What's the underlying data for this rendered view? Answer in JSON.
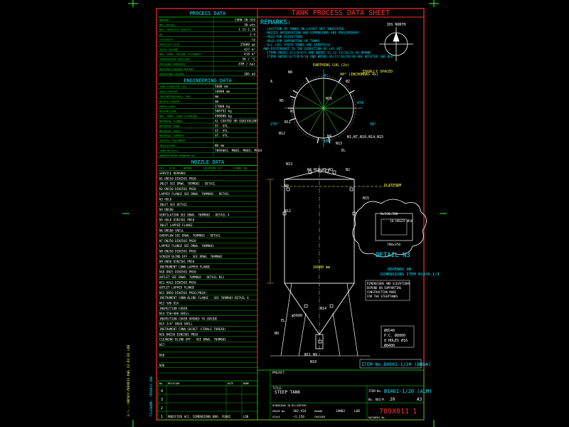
{
  "colors": {
    "bg": "#000000",
    "frame": "#ff3030",
    "text": "#ffffff",
    "table": "#00e000",
    "drawing": "#ffffff",
    "cyan": "#00e8ff",
    "green": "#30ff30",
    "yellow": "#ffff40",
    "magenta": "#ff40ff"
  },
  "left_table": {
    "process_title": "PROCESS DATA",
    "process_rows": [
      [
        "MEDIUM",
        "CORN IN H2O"
      ],
      [
        "DRY SOLIDS",
        "30 wt%"
      ],
      [
        "MAX. SPECIFIC GRAVITY",
        "1.11-1.18"
      ],
      [
        "pH",
        "2-4"
      ],
      [
        "VISCOSITY",
        "cp"
      ],
      [
        "PARTICLE SIZE",
        "25000 µm"
      ],
      [
        "TOTAL VOLUME",
        "427 m³"
      ],
      [
        "MAX. OPER. VOLUME (FLOODED)",
        "418 m³"
      ],
      [
        "TEMPERATURE OPER/DES",
        "50 / °C"
      ],
      [
        "PRESSURE OPER/DES",
        "ATM / bar"
      ],
      [
        "HEATING/COOLING MEDIUM",
        ""
      ],
      [
        "OPERATING VOLUME",
        "385 m3"
      ]
    ],
    "engineering_title": "ENGINEERING DATA",
    "engineering_rows": [
      [
        "TANK DIAMETER (ID)",
        "5600 mm"
      ],
      [
        "SHELL HEIGHT",
        "16000 mm"
      ],
      [
        "TOP/BOTTOM/SHELL INS.",
        "mm"
      ],
      [
        "NOZZLE LENGTH",
        "mm"
      ],
      [
        "EMPTY LOAD",
        "17000 kg"
      ],
      [
        "DESIGN LOAD",
        "508792 kg"
      ],
      [
        "MAX. OPER. LOAD (FLOODED)",
        "498000 kg"
      ],
      [
        "MATERIAL FLANGE",
        "AL COATED OR EQUIVALENT"
      ],
      [
        "MATERIAL TANK",
        "ST. STL."
      ],
      [
        "MATERIAL SHAFT",
        "ST. STL."
      ],
      [
        "MATERIAL SUPPORT",
        "ST. STL."
      ],
      [
        "SURFACE TREATMENT",
        ""
      ],
      [
        "INSULATION",
        "NO mm"
      ],
      [
        "TANK DETAILS",
        "709X001, M002, M003, M004"
      ],
      [
        "MANUFACTURER DRAWING No.",
        ""
      ]
    ],
    "nozzle_title": "NOZZLE DATA",
    "nozzle_headers": [
      "Pos",
      "SIZE",
      "NOMIN",
      "LOCATION X/Y",
      "STAND. No."
    ],
    "nozzle_rows": [
      "SERVICE REMARKS",
      "N1 DN150 DIN2501 PN10",
      "INLET SEE DRWG. 709M002 - DETAIL",
      "N2 DN150 DIN2501 PN10",
      "LAPPED FLANGE SEE DRWG. 709M002 - DETAIL",
      "N3 HOLD",
      "INLET SEE DETAIL",
      "N4 DN100",
      "VENTILATION SEE DRWG. 709M002 - DETAIL 4",
      "N5 HOLD DIN2501 PN10",
      "INLET LAPPED FLANGE",
      "N6 DN100 SHELL",
      "OVERFLOW SEE DRWG. 709M002 - DETAIL",
      "N7 DN250 DIN2501 PN10",
      "LAPPED FLANGE SEE DRWG. 709M001",
      "N8 DN250 DIN2501 PN10",
      "SCREEN BLIND OFF - SEE DRWG. 709M002",
      "N9 DN50 DIN2501 PN10",
      "INSTRUMENT CONN LAPPED FLANGE",
      "N10 DN25 DIN2501 PN10",
      "OUTLET SEE DRWG. 709M002 - DETAIL N11",
      "N11 HOLD DIN2501 PN10",
      "OUTLET LAPPED FLANGE",
      "N12 DN50 DIN2501 PN16(PN10)",
      "INSTRUMENT CONN BLIND FLANGE - SEE 709M001 DETAIL 6",
      "N13 500 DIA",
      "INSPECTION COVER",
      "N14 550/400 SHELL",
      "INSPECTION COVER OPENED TO INSIDE",
      "N15 3/4\" DN20 SHELL",
      "INSTRUMENT CONN SOCKET (FEMALE THREAD)",
      "N16 DN150 DIN2501 PN10",
      "CLEANING BLIND OFF - SEE DRWG. 709M001",
      "N17",
      "",
      "N18",
      "",
      "N20",
      ""
    ]
  },
  "revision_table": {
    "headers": [
      "No.",
      "REVISION",
      "DATE",
      "NAME"
    ],
    "rows": [
      [
        "4",
        "",
        "",
        ""
      ],
      [
        "3",
        "",
        "",
        ""
      ],
      [
        "2",
        "",
        "",
        ""
      ],
      [
        "1",
        "MODIFIED ACC. DIMENSIONS BBO. FEB02",
        "LDB",
        ""
      ]
    ]
  },
  "main_title": "TANK PROCESS DATA SHEET",
  "remarks": {
    "title": "REMARKS:",
    "lines": [
      "- LOCATION OF TANKS IN LAYOUT NOT INDICATED",
      "- NOZZLE ORIENTATION AND DIMENSIONS ARE PRELIMINARY",
      "- HOLD FOR ELEVATIONS",
      "- HOLD FOR SUPPORTING OF TANKS",
      "- ALL (20) STEEP TANKS ARE IDENTICAL",
      "AND DIFFERENCE IS THE DIRECTION OF LAY OUT:",
      "- ITEMS B0501-1/2/3/4/5 AND B0501-11-12-13/14/15 AS DRAWN",
      "- ITEMS B0501-6/7/8/9/10 AND B0501-16/17/18/19/20 ARE ROTATED 180 DEG"
    ]
  },
  "north_label": "JDS NORTH",
  "plan_labels": [
    "N8",
    "N5",
    "N16",
    "N2",
    "N11",
    "N3",
    "N12",
    "N13",
    "N4",
    "A",
    "EL",
    "N1,N7,N10,N14,N15",
    "EARTHING LUG (2x)",
    "EQUALLY SPACED",
    "40° (INCHOMBAS 4x)",
    "87A",
    "270°",
    "90°",
    "0°",
    "180°"
  ],
  "elevation_labels": [
    "N13",
    "N4 N18 N5 N3",
    "N2",
    "N8",
    "N15",
    "N12",
    "N14",
    "N9",
    "N10",
    "N11 N9",
    "EL",
    "PLATFORM",
    "16000 mm",
    "φ5600"
  ],
  "detail": {
    "title": "DETAIL N3",
    "lines": [
      "DEPENDS ON",
      "DIMENSIONS ITEM H1430-1/4"
    ],
    "dims": [
      "8x150=780",
      "16 HOLES Ø16",
      "780x350"
    ]
  },
  "support_note": [
    "DIMENSIONS AND ELEVATIONS",
    "DEPEND ON SUPPORTING",
    "CONSTRUCTION MADE",
    "FOR THE STEEPTANKS"
  ],
  "hole_note": [
    "Ø8540",
    "P.C. Ø8800",
    "8 HOLES Ø16",
    "Ø8400"
  ],
  "item_no": "ITEM No.B0501-1/20 (BBOA)",
  "title_block": {
    "project_label": "PROJECT:",
    "title_label": "TITLE:",
    "title_value": "STEEP TANK",
    "item_label": "ITEM No.",
    "item_value": "B1401-1/20 (ALM)",
    "req_label": "No. REQ'M",
    "req_value": "20",
    "size": "A3",
    "dims_label": "DIMENSIONS IN MILLIMETERS",
    "group_no_label": "GROUP No.",
    "group_no": "302.416",
    "drawn_label": "DRAWN",
    "drawn_date": "JAN02",
    "drawn_name": "LDB",
    "scale_label": "SCALE",
    "scale": "~1:150",
    "checked_label": "CHECKED",
    "doc_no": "709X011",
    "doc_rev": "1",
    "doc_label": "DOCUMENT No."
  },
  "side_strip": [
    "FILENAME: 709X011.DWG",
    "G:\\...\\B0501\\709X011.DWG 22.02.02 LDB"
  ]
}
